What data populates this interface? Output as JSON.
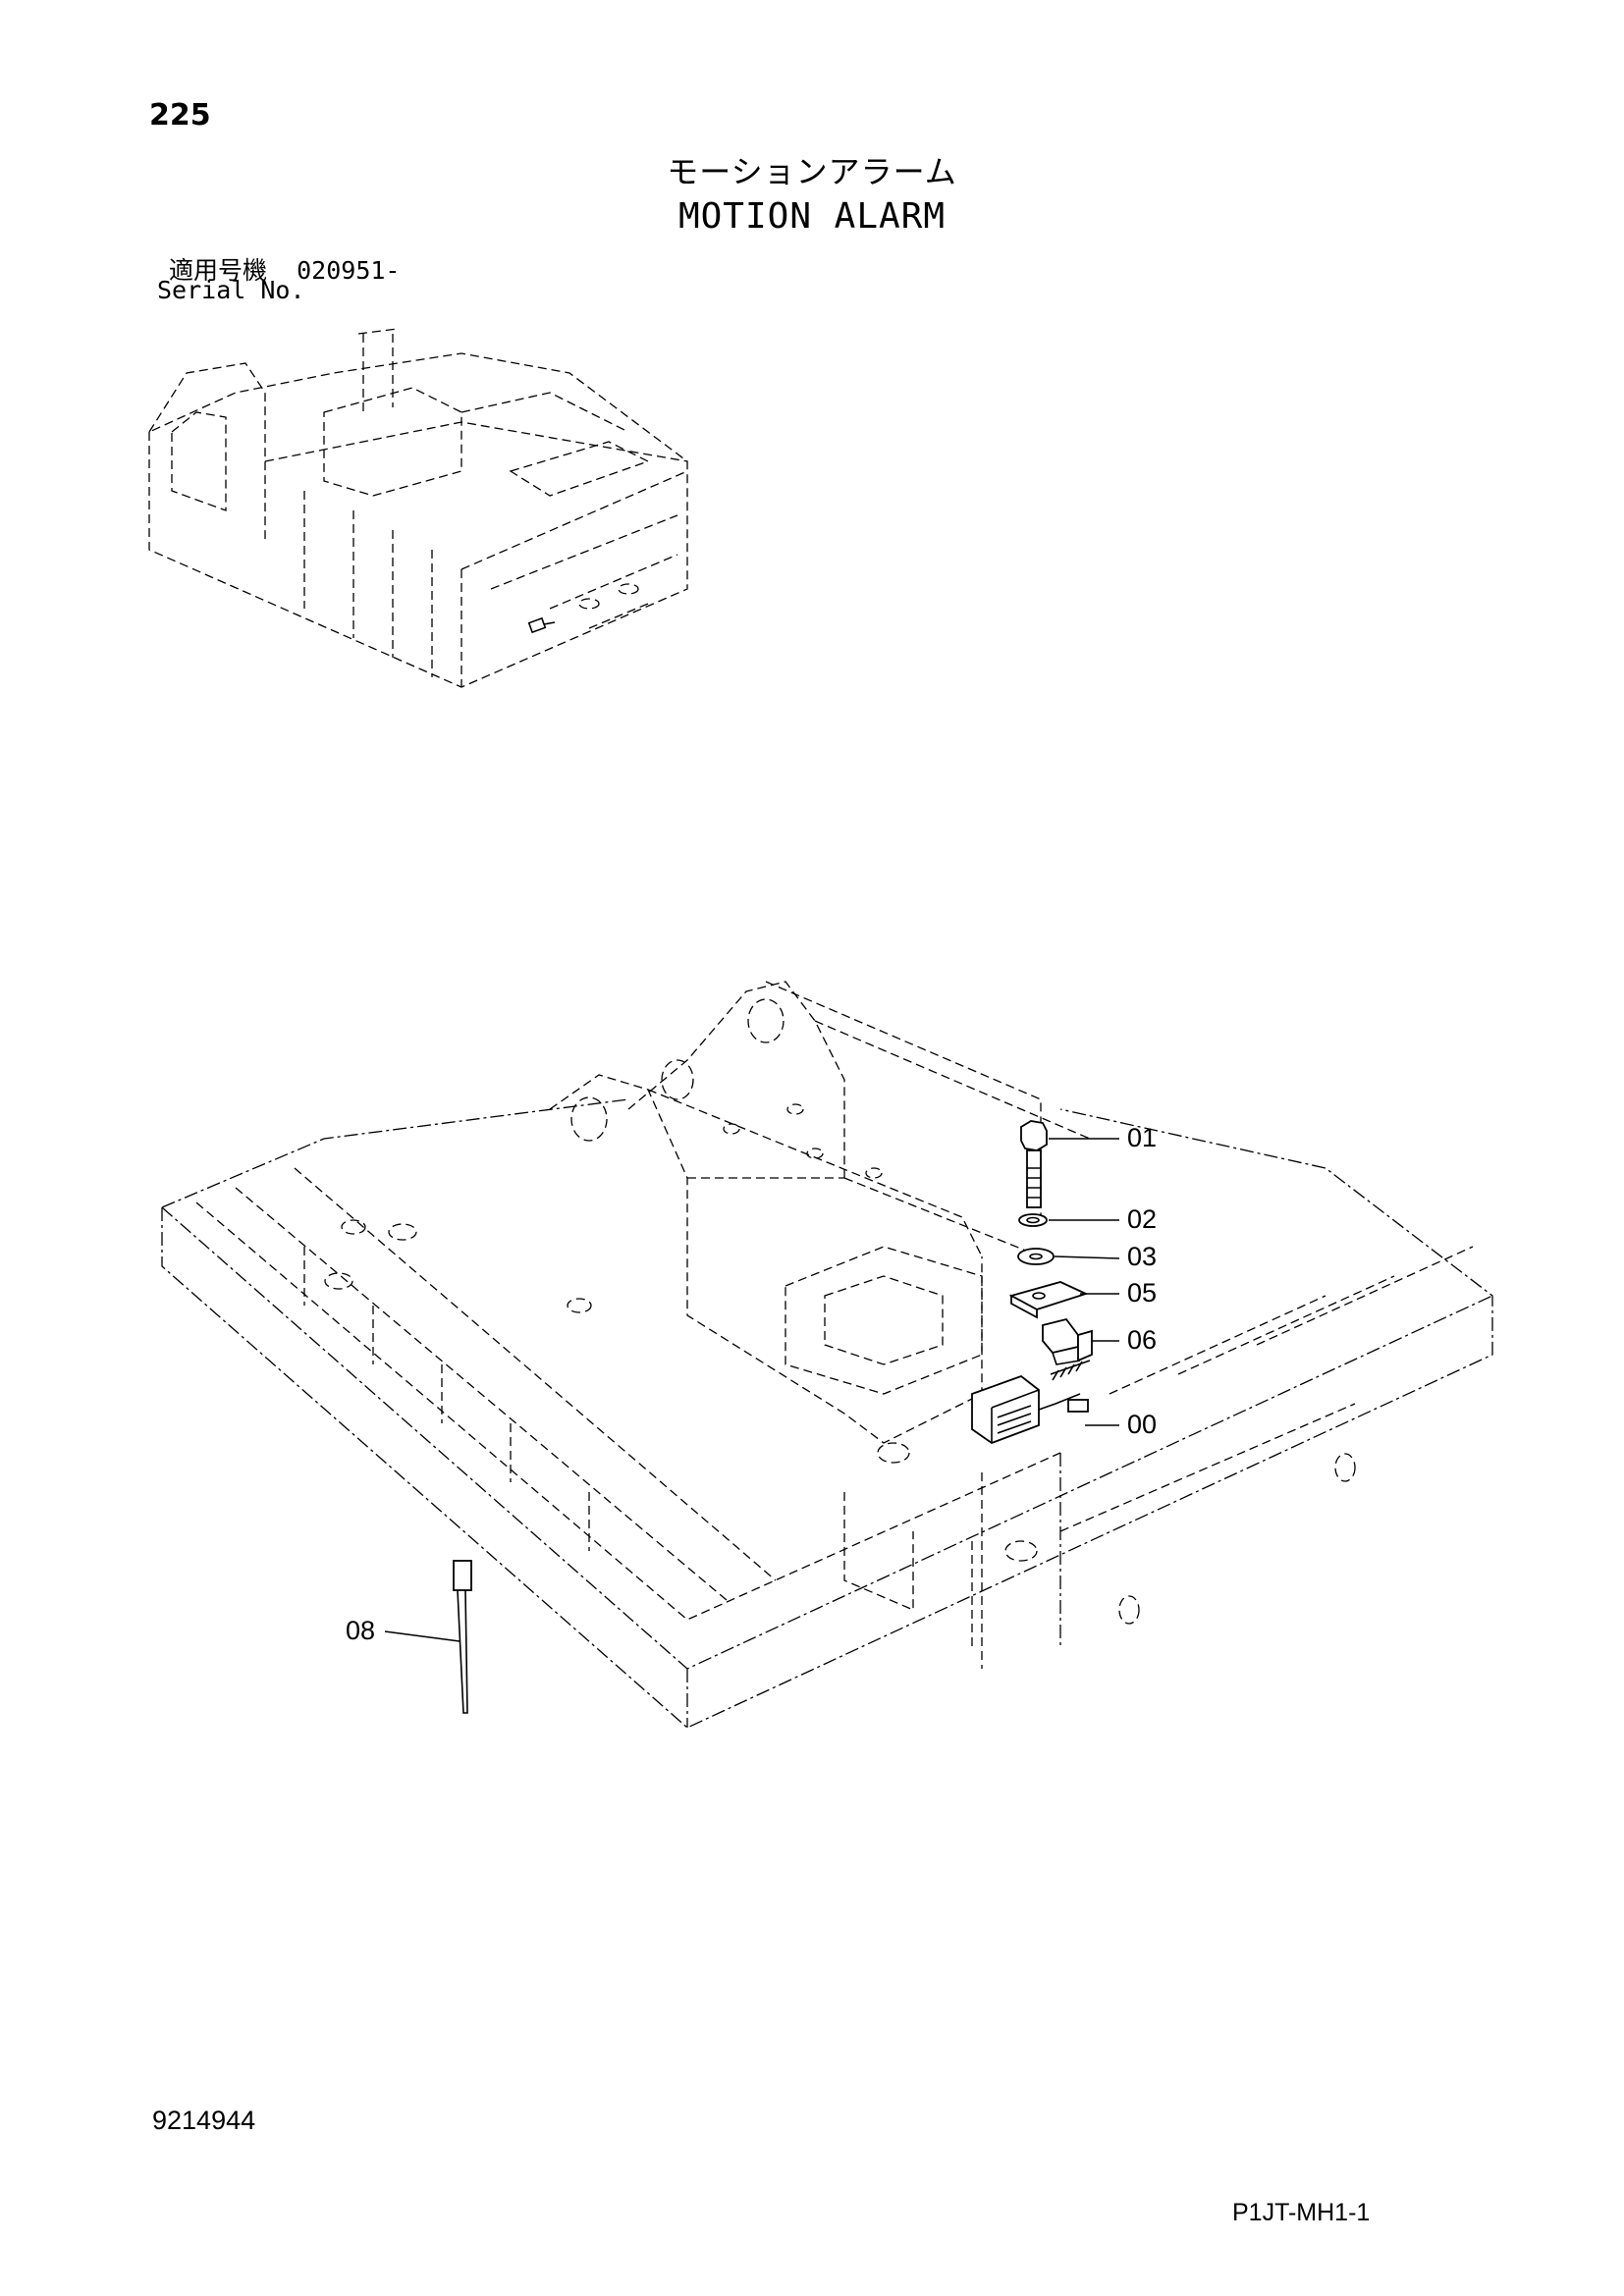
{
  "header": {
    "page_number": "225",
    "title_jp": "モーションアラーム",
    "title_en": "MOTION ALARM"
  },
  "serial": {
    "label_jp": "適用号機",
    "value": "020951-",
    "label_en": "Serial No."
  },
  "callouts": [
    "01",
    "02",
    "03",
    "05",
    "06",
    "00",
    "08"
  ],
  "footer": {
    "doc_number": "9214944",
    "sheet_code": "P1JT-MH1-1"
  },
  "icons": [
    "excavator-overview-drawing",
    "undercarriage-frame-drawing",
    "bolt-icon",
    "washer-icon",
    "plate-icon",
    "connector-icon",
    "alarm-unit-icon",
    "cable-tie-icon"
  ]
}
